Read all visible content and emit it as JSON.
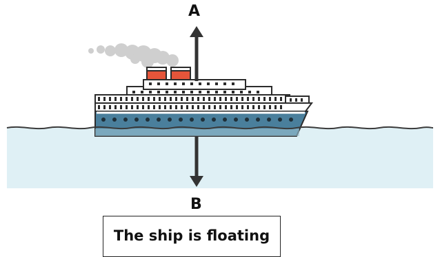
{
  "labels": {
    "top_arrow": "A",
    "bottom_arrow": "B"
  },
  "caption": "The ship is floating",
  "colors": {
    "water": "#dff0f5",
    "water_line": "#3a3a3a",
    "hull": "#4a7f9c",
    "hull_dark": "#2f5f78",
    "superstructure": "#ffffff",
    "outline": "#2b2b2b",
    "funnel": "#e5553a",
    "smoke": "#c9c9c9",
    "arrow": "#333333"
  },
  "icons": {
    "ship": "cruise-ship-icon",
    "smoke": "smoke-cloud-icon"
  }
}
